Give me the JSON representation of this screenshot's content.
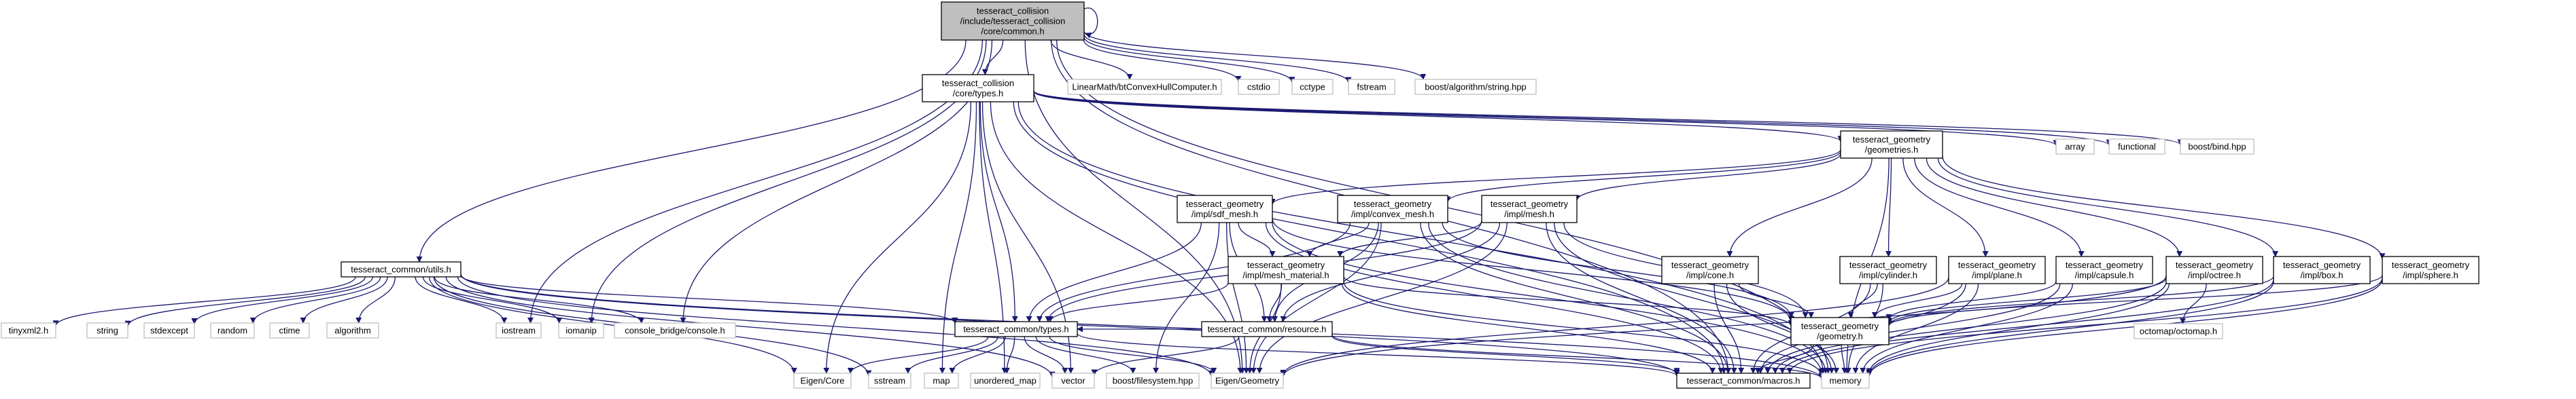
{
  "colors": {
    "edge": "#191970",
    "node_border": "#000000",
    "internal_fill": "#ffffff",
    "external_border": "#bfbfbf",
    "root_fill": "#bfbfbf"
  },
  "nodes": {
    "root": {
      "lines": [
        "tesseract_collision",
        "/include/tesseract_collision",
        "/core/common.h"
      ],
      "kind": "root"
    },
    "core_types": {
      "lines": [
        "tesseract_collision",
        "/core/types.h"
      ],
      "kind": "internal"
    },
    "btconvex": {
      "lines": [
        "LinearMath/btConvexHullComputer.h"
      ],
      "kind": "external"
    },
    "cstdio": {
      "lines": [
        "cstdio"
      ],
      "kind": "external"
    },
    "cctype": {
      "lines": [
        "cctype"
      ],
      "kind": "external"
    },
    "fstream": {
      "lines": [
        "fstream"
      ],
      "kind": "external"
    },
    "boost_string": {
      "lines": [
        "boost/algorithm/string.hpp"
      ],
      "kind": "external"
    },
    "array": {
      "lines": [
        "array"
      ],
      "kind": "external"
    },
    "functional": {
      "lines": [
        "functional"
      ],
      "kind": "external"
    },
    "boost_bind": {
      "lines": [
        "boost/bind.hpp"
      ],
      "kind": "external"
    },
    "geometries": {
      "lines": [
        "tesseract_geometry",
        "/geometries.h"
      ],
      "kind": "internal"
    },
    "sdf_mesh": {
      "lines": [
        "tesseract_geometry",
        "/impl/sdf_mesh.h"
      ],
      "kind": "internal"
    },
    "convex_mesh": {
      "lines": [
        "tesseract_geometry",
        "/impl/convex_mesh.h"
      ],
      "kind": "internal"
    },
    "mesh": {
      "lines": [
        "tesseract_geometry",
        "/impl/mesh.h"
      ],
      "kind": "internal"
    },
    "mesh_material": {
      "lines": [
        "tesseract_geometry",
        "/impl/mesh_material.h"
      ],
      "kind": "internal"
    },
    "cone": {
      "lines": [
        "tesseract_geometry",
        "/impl/cone.h"
      ],
      "kind": "internal"
    },
    "cylinder": {
      "lines": [
        "tesseract_geometry",
        "/impl/cylinder.h"
      ],
      "kind": "internal"
    },
    "plane": {
      "lines": [
        "tesseract_geometry",
        "/impl/plane.h"
      ],
      "kind": "internal"
    },
    "capsule": {
      "lines": [
        "tesseract_geometry",
        "/impl/capsule.h"
      ],
      "kind": "internal"
    },
    "octree": {
      "lines": [
        "tesseract_geometry",
        "/impl/octree.h"
      ],
      "kind": "internal"
    },
    "box": {
      "lines": [
        "tesseract_geometry",
        "/impl/box.h"
      ],
      "kind": "internal"
    },
    "sphere": {
      "lines": [
        "tesseract_geometry",
        "/impl/sphere.h"
      ],
      "kind": "internal"
    },
    "utils": {
      "lines": [
        "tesseract_common/utils.h"
      ],
      "kind": "internal"
    },
    "common_types": {
      "lines": [
        "tesseract_common/types.h"
      ],
      "kind": "internal"
    },
    "resource": {
      "lines": [
        "tesseract_common/resource.h"
      ],
      "kind": "internal"
    },
    "geometry": {
      "lines": [
        "tesseract_geometry",
        "/geometry.h"
      ],
      "kind": "internal"
    },
    "octomap": {
      "lines": [
        "octomap/octomap.h"
      ],
      "kind": "external"
    },
    "tinyxml2": {
      "lines": [
        "tinyxml2.h"
      ],
      "kind": "external"
    },
    "string": {
      "lines": [
        "string"
      ],
      "kind": "external"
    },
    "stdexcept": {
      "lines": [
        "stdexcept"
      ],
      "kind": "external"
    },
    "random": {
      "lines": [
        "random"
      ],
      "kind": "external"
    },
    "ctime": {
      "lines": [
        "ctime"
      ],
      "kind": "external"
    },
    "algorithm": {
      "lines": [
        "algorithm"
      ],
      "kind": "external"
    },
    "iostream": {
      "lines": [
        "iostream"
      ],
      "kind": "external"
    },
    "iomanip": {
      "lines": [
        "iomanip"
      ],
      "kind": "external"
    },
    "console_bridge": {
      "lines": [
        "console_bridge/console.h"
      ],
      "kind": "external"
    },
    "eigen_core": {
      "lines": [
        "Eigen/Core"
      ],
      "kind": "external"
    },
    "sstream": {
      "lines": [
        "sstream"
      ],
      "kind": "external"
    },
    "map": {
      "lines": [
        "map"
      ],
      "kind": "external"
    },
    "unordered_map": {
      "lines": [
        "unordered_map"
      ],
      "kind": "external"
    },
    "vector": {
      "lines": [
        "vector"
      ],
      "kind": "external"
    },
    "boost_fs": {
      "lines": [
        "boost/filesystem.hpp"
      ],
      "kind": "external"
    },
    "eigen_geometry": {
      "lines": [
        "Eigen/Geometry"
      ],
      "kind": "external"
    },
    "macros": {
      "lines": [
        "tesseract_common/macros.h"
      ],
      "kind": "internal"
    },
    "memory": {
      "lines": [
        "memory"
      ],
      "kind": "external"
    }
  },
  "edges": [
    [
      "root",
      "root"
    ],
    [
      "root",
      "core_types"
    ],
    [
      "root",
      "btconvex"
    ],
    [
      "root",
      "cstdio"
    ],
    [
      "root",
      "cctype"
    ],
    [
      "root",
      "fstream"
    ],
    [
      "root",
      "boost_string"
    ],
    [
      "root",
      "utils"
    ],
    [
      "root",
      "iostream"
    ],
    [
      "root",
      "iomanip"
    ],
    [
      "root",
      "console_bridge"
    ],
    [
      "root",
      "eigen_geometry"
    ],
    [
      "root",
      "macros"
    ],
    [
      "root",
      "memory"
    ],
    [
      "core_types",
      "array"
    ],
    [
      "core_types",
      "functional"
    ],
    [
      "core_types",
      "boost_bind"
    ],
    [
      "core_types",
      "geometries"
    ],
    [
      "core_types",
      "common_types"
    ],
    [
      "core_types",
      "eigen_core"
    ],
    [
      "core_types",
      "map"
    ],
    [
      "core_types",
      "unordered_map"
    ],
    [
      "core_types",
      "vector"
    ],
    [
      "core_types",
      "eigen_geometry"
    ],
    [
      "core_types",
      "memory"
    ],
    [
      "core_types",
      "macros"
    ],
    [
      "geometries",
      "sdf_mesh"
    ],
    [
      "geometries",
      "convex_mesh"
    ],
    [
      "geometries",
      "mesh"
    ],
    [
      "geometries",
      "cone"
    ],
    [
      "geometries",
      "cylinder"
    ],
    [
      "geometries",
      "plane"
    ],
    [
      "geometries",
      "capsule"
    ],
    [
      "geometries",
      "octree"
    ],
    [
      "geometries",
      "box"
    ],
    [
      "geometries",
      "sphere"
    ],
    [
      "geometries",
      "memory"
    ],
    [
      "sdf_mesh",
      "mesh_material"
    ],
    [
      "sdf_mesh",
      "resource"
    ],
    [
      "sdf_mesh",
      "common_types"
    ],
    [
      "sdf_mesh",
      "geometry"
    ],
    [
      "sdf_mesh",
      "eigen_geometry"
    ],
    [
      "sdf_mesh",
      "macros"
    ],
    [
      "sdf_mesh",
      "memory"
    ],
    [
      "sdf_mesh",
      "boost_fs"
    ],
    [
      "convex_mesh",
      "mesh_material"
    ],
    [
      "convex_mesh",
      "resource"
    ],
    [
      "convex_mesh",
      "common_types"
    ],
    [
      "convex_mesh",
      "geometry"
    ],
    [
      "convex_mesh",
      "eigen_geometry"
    ],
    [
      "convex_mesh",
      "macros"
    ],
    [
      "convex_mesh",
      "memory"
    ],
    [
      "mesh",
      "mesh_material"
    ],
    [
      "mesh",
      "resource"
    ],
    [
      "mesh",
      "common_types"
    ],
    [
      "mesh",
      "geometry"
    ],
    [
      "mesh",
      "eigen_geometry"
    ],
    [
      "mesh",
      "macros"
    ],
    [
      "mesh",
      "memory"
    ],
    [
      "mesh_material",
      "resource"
    ],
    [
      "mesh_material",
      "common_types"
    ],
    [
      "mesh_material",
      "geometry"
    ],
    [
      "mesh_material",
      "eigen_geometry"
    ],
    [
      "mesh_material",
      "macros"
    ],
    [
      "mesh_material",
      "memory"
    ],
    [
      "cone",
      "geometry"
    ],
    [
      "cone",
      "macros"
    ],
    [
      "cone",
      "memory"
    ],
    [
      "cylinder",
      "geometry"
    ],
    [
      "cylinder",
      "macros"
    ],
    [
      "cylinder",
      "memory"
    ],
    [
      "plane",
      "geometry"
    ],
    [
      "plane",
      "eigen_geometry"
    ],
    [
      "plane",
      "macros"
    ],
    [
      "plane",
      "memory"
    ],
    [
      "capsule",
      "geometry"
    ],
    [
      "capsule",
      "macros"
    ],
    [
      "capsule",
      "memory"
    ],
    [
      "octree",
      "geometry"
    ],
    [
      "octree",
      "octomap"
    ],
    [
      "octree",
      "eigen_geometry"
    ],
    [
      "octree",
      "macros"
    ],
    [
      "octree",
      "memory"
    ],
    [
      "box",
      "geometry"
    ],
    [
      "box",
      "macros"
    ],
    [
      "box",
      "memory"
    ],
    [
      "sphere",
      "geometry"
    ],
    [
      "sphere",
      "macros"
    ],
    [
      "sphere",
      "memory"
    ],
    [
      "utils",
      "tinyxml2"
    ],
    [
      "utils",
      "string"
    ],
    [
      "utils",
      "stdexcept"
    ],
    [
      "utils",
      "random"
    ],
    [
      "utils",
      "ctime"
    ],
    [
      "utils",
      "algorithm"
    ],
    [
      "utils",
      "iostream"
    ],
    [
      "utils",
      "iomanip"
    ],
    [
      "utils",
      "console_bridge"
    ],
    [
      "utils",
      "common_types"
    ],
    [
      "utils",
      "eigen_core"
    ],
    [
      "utils",
      "vector"
    ],
    [
      "utils",
      "eigen_geometry"
    ],
    [
      "utils",
      "macros"
    ],
    [
      "utils",
      "memory"
    ],
    [
      "utils",
      "sstream"
    ],
    [
      "common_types",
      "eigen_core"
    ],
    [
      "common_types",
      "sstream"
    ],
    [
      "common_types",
      "map"
    ],
    [
      "common_types",
      "unordered_map"
    ],
    [
      "common_types",
      "vector"
    ],
    [
      "common_types",
      "boost_fs"
    ],
    [
      "common_types",
      "eigen_geometry"
    ],
    [
      "common_types",
      "macros"
    ],
    [
      "resource",
      "vector"
    ],
    [
      "resource",
      "memory"
    ],
    [
      "resource",
      "macros"
    ],
    [
      "resource",
      "common_types"
    ],
    [
      "geometry",
      "memory"
    ],
    [
      "geometry",
      "macros"
    ]
  ]
}
